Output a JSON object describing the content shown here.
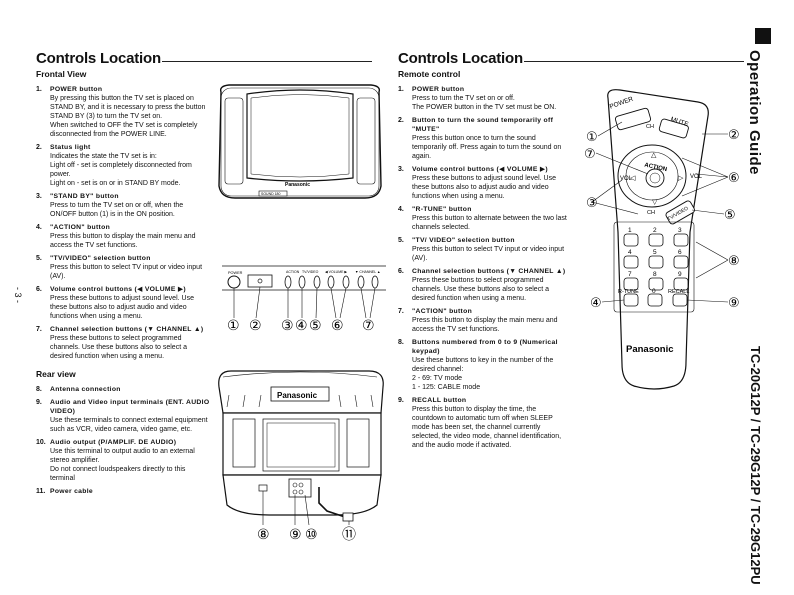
{
  "left_section": {
    "title": "Controls Location",
    "subtitle": "Frontal View",
    "items": [
      {
        "num": "1.",
        "title": "POWER button",
        "text": "By pressing this button the TV set is placed on STAND BY, and it is necessary to press the button STAND BY (3) to turn the TV set on.\nWhen switched to OFF the TV set is completely disconnected from the POWER LINE."
      },
      {
        "num": "2.",
        "title": "Status light",
        "text": "Indicates the state the TV set is in:\nLight off - set is completely disconnected from power.\nLight on - set is on or in STAND BY mode."
      },
      {
        "num": "3.",
        "title": "\"STAND BY\" button",
        "text": "Press to turn the TV set on or off, when the ON/OFF button (1) is in the ON position."
      },
      {
        "num": "4.",
        "title": "\"ACTION\" button",
        "text": "Press this button to display the main menu and access the TV set functions."
      },
      {
        "num": "5.",
        "title": "\"TV/VIDEO\" selection button",
        "text": "Press this button to select TV input or video input (AV)."
      },
      {
        "num": "6.",
        "title": "Volume control buttons (◀ VOLUME ▶)",
        "text": "Press these buttons to adjust sound level. Use these buttons also to adjust audio and video functions when using a menu."
      },
      {
        "num": "7.",
        "title": "Channel selection buttons (▼ CHANNEL ▲)",
        "text": "Press these buttons to select programmed channels. Use these buttons also to select a desired function when using a menu."
      }
    ],
    "rear_title": "Rear view",
    "rear_items": [
      {
        "num": "8.",
        "title": "Antenna connection",
        "text": ""
      },
      {
        "num": "9.",
        "title": "Audio and Video input terminals (ENT. AUDIO VIDEO)",
        "text": "Use these terminals to connect external equipment such as VCR, video camera, video game, etc."
      },
      {
        "num": "10.",
        "title": "Audio output (P/AMPLIF. DE AUDIO)",
        "text": "Use this terminal to output audio to an external stereo amplifier.\nDo not connect loudspeakers directly to this terminal"
      },
      {
        "num": "11.",
        "title": "Power cable",
        "text": ""
      }
    ]
  },
  "right_section": {
    "title": "Controls Location",
    "subtitle": "Remote control",
    "items": [
      {
        "num": "1.",
        "title": "POWER button",
        "text": "Press to turn the TV set on or off.\nThe POWER button in the TV set must be ON."
      },
      {
        "num": "2.",
        "title": "Button to turn the sound temporarily off \"MUTE\"",
        "text": "Press this button once to turn the sound temporarily off. Press again to turn the sound on again."
      },
      {
        "num": "3.",
        "title": "Volume control buttons (◀ VOLUME ▶)",
        "text": "Press these buttons to adjust sound level. Use these buttons also to adjust audio and video functions when using a menu."
      },
      {
        "num": "4.",
        "title": "\"R-TUNE\" button",
        "text": "Press this button to alternate between the two last channels selected."
      },
      {
        "num": "5.",
        "title": "\"TV/ VIDEO\" selection button",
        "text": "Press this button to select TV input or video input (AV)."
      },
      {
        "num": "6.",
        "title": "Channel selection buttons (▼ CHANNEL ▲)",
        "text": "Press these buttons to select programmed channels. Use these buttons also to select a desired function when using a menu."
      },
      {
        "num": "7.",
        "title": "\"ACTION\" button",
        "text": "Press this button to display the main menu and access the TV set functions."
      },
      {
        "num": "8.",
        "title": "Buttons numbered from 0 to 9 (Numerical keypad)",
        "text": "Use these buttons to key in the number of the desired channel:\n2 - 69:    TV mode\n1 - 125:  CABLE mode"
      },
      {
        "num": "9.",
        "title": "RECALL button",
        "text": "Press this button to display the time, the countdown to automatic turn off when SLEEP mode has been set, the channel currently selected, the video mode, channel identification, and the audio mode if activated."
      }
    ]
  },
  "page_number": "- 3 -",
  "side_title": "Operation Guide",
  "model_title": "TC-20G12P / TC-29G12P / TC-29G12PU",
  "tv_front": {
    "brand": "Panasonic",
    "model_badge": "SOUND 180",
    "panel_labels": [
      "POWER",
      "ACTION",
      "TV/VIDEO",
      "◀ VOLUME ▶",
      "▼ CHANNEL ▲"
    ],
    "callouts": [
      "①",
      "②",
      "③",
      "④",
      "⑤",
      "⑥",
      "⑦"
    ]
  },
  "tv_rear": {
    "brand": "Panasonic",
    "callouts": [
      "⑧",
      "⑨",
      "⑩",
      "⑪"
    ]
  },
  "remote": {
    "brand": "Panasonic",
    "power_label": "POWER",
    "mute_label": "MUTE",
    "ch_label": "CH",
    "action_label": "ACTION",
    "vol_label": "VOL",
    "tvvideo_label": "TV/VIDEO",
    "keys": [
      "1",
      "2",
      "3",
      "4",
      "5",
      "6",
      "7",
      "8",
      "9"
    ],
    "zero": "0",
    "rtune": "R-TUNE",
    "recall": "RECALL",
    "callouts": [
      "①",
      "②",
      "③",
      "④",
      "⑤",
      "⑥",
      "⑦",
      "⑧",
      "⑨"
    ]
  }
}
